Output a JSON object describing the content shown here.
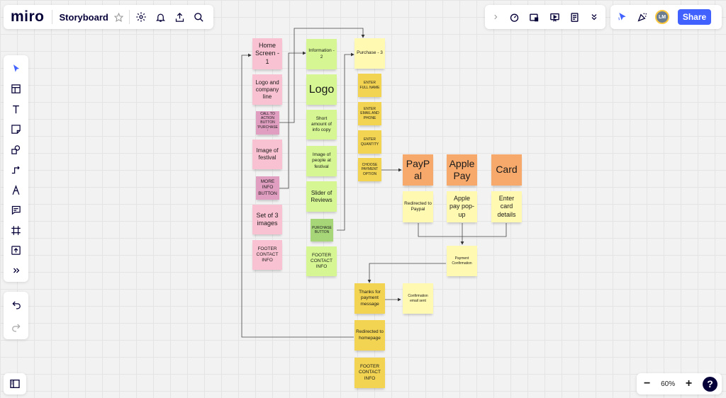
{
  "app": {
    "logo": "miro",
    "board_name": "Storyboard",
    "share_label": "Share",
    "avatar_initials": "LM"
  },
  "zoom": {
    "level": "60%",
    "minus": "−",
    "plus": "+",
    "help": "?"
  },
  "icons": {
    "top_left": [
      "star-icon",
      "settings-icon",
      "bell-icon",
      "upload-icon",
      "search-icon"
    ],
    "top_center": [
      "chevron-right-icon",
      "timer-icon",
      "video-icon",
      "present-icon",
      "notes-icon",
      "chevron-double-down-icon"
    ],
    "top_right": [
      "cursor-icon",
      "reactions-icon"
    ],
    "left_tools": [
      "select-icon",
      "templates-icon",
      "text-icon",
      "sticky-note-icon",
      "shapes-icon",
      "connector-icon",
      "pen-icon",
      "comment-icon",
      "frame-icon",
      "upload-icon",
      "more-icon"
    ],
    "history": [
      "undo-icon",
      "redo-icon"
    ],
    "bottom_left": "board-panel-icon"
  },
  "notes": {
    "home_screen": "Home Screen - 1",
    "logo_line": "Logo and company line",
    "cta_purchase": "CALL TO ACTION BUTTON 'PURCHASE'",
    "image_festival": "Image of festival",
    "more_info": "MORE INFO BUTTON",
    "set_images": "Set of 3 images",
    "footer1": "FOOTER CONTACT INFO",
    "information": "Information - 2",
    "logo_big": "Logo",
    "short_info": "Short amount of info copy",
    "image_people": "Image of people at festival",
    "slider_reviews": "Slider of Reviews",
    "purchase_button": "PURCHASE BUTTON",
    "footer2": "FOOTER CONTACT INFO",
    "purchase": "Purchase - 3",
    "enter_name": "ENTER FULL NAME",
    "enter_email": "ENTER EMAIL AND PHONE",
    "enter_qty": "ENTER QUANTITY",
    "choose_payment": "CHOOSE PAYMENT OPTION",
    "paypal": "PayPal",
    "apple_pay": "Apple Pay",
    "card": "Card",
    "redirect_paypal": "Redirected to Paypal",
    "apple_popup": "Apple pay pop-up",
    "card_details": "Enter card details",
    "payment_confirmation": "Payment Confirmation",
    "thanks": "Thanks for payment message",
    "confirmation_email": "Confirmation email sent",
    "redirect_home": "Redirected to homepage",
    "footer3": "FOOTER CONTACT INFO"
  },
  "colors": {
    "accent": "#4262ff",
    "pink": "#f9c2d2",
    "green": "#d5f692",
    "yellow": "#fff9b1",
    "ochre": "#f3d452",
    "orange": "#f6a96b"
  }
}
